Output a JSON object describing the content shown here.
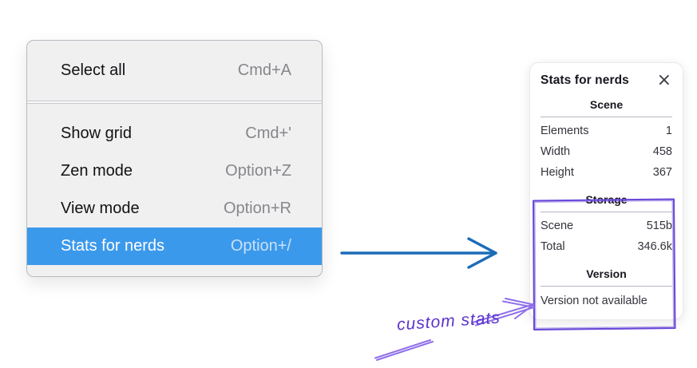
{
  "menu": {
    "groups": [
      {
        "items": [
          {
            "label": "Select all",
            "shortcut": "Cmd+A",
            "selected": false
          }
        ]
      },
      {
        "items": [
          {
            "label": "Show grid",
            "shortcut": "Cmd+'",
            "selected": false
          },
          {
            "label": "Zen mode",
            "shortcut": "Option+Z",
            "selected": false
          },
          {
            "label": "View mode",
            "shortcut": "Option+R",
            "selected": false
          },
          {
            "label": "Stats for nerds",
            "shortcut": "Option+/",
            "selected": true
          }
        ]
      }
    ]
  },
  "stats_panel": {
    "title": "Stats for nerds",
    "close_icon": "×",
    "sections": [
      {
        "heading": "Scene",
        "rows": [
          {
            "label": "Elements",
            "value": "1"
          },
          {
            "label": "Width",
            "value": "458"
          },
          {
            "label": "Height",
            "value": "367"
          }
        ]
      },
      {
        "heading": "Storage",
        "rows": [
          {
            "label": "Scene",
            "value": "515b"
          },
          {
            "label": "Total",
            "value": "346.6k"
          }
        ]
      },
      {
        "heading": "Version",
        "note": "Version not available"
      }
    ]
  },
  "annotations": {
    "custom_stats_label": "custom stats"
  },
  "colors": {
    "menu_highlight": "#3b99ec",
    "menu_background": "#f0f0f1",
    "blue_arrow": "#1b6cb8",
    "purple_box": "#6848d8",
    "purple_arrow": "#8f6fe8",
    "handwriting_purple": "#5b33cc"
  }
}
